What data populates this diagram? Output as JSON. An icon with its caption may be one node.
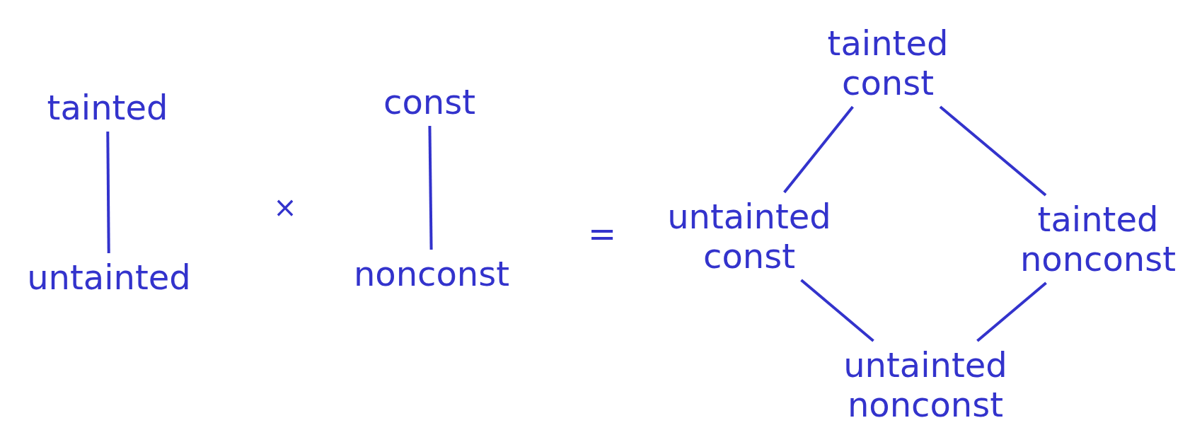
{
  "diagram": {
    "nodes": [
      {
        "text": [
          "tainted"
        ]
      },
      {
        "text": [
          "untainted"
        ]
      },
      {
        "text": [
          "const"
        ]
      },
      {
        "text": [
          "nonconst"
        ]
      },
      {
        "text": [
          "tainted const"
        ]
      },
      {
        "text": [
          "untainted const"
        ]
      },
      {
        "text": [
          "tainted nonconst"
        ]
      },
      {
        "text": [
          "untainted nonconst"
        ]
      }
    ],
    "edges": [
      {
        "from": 0,
        "to": 1,
        "arrow": "none"
      },
      {
        "from": 2,
        "to": 3,
        "arrow": "none"
      },
      {
        "from": 4,
        "to": 5,
        "arrow": "none"
      },
      {
        "from": 4,
        "to": 6,
        "arrow": "none"
      },
      {
        "from": 5,
        "to": 7,
        "arrow": "none"
      },
      {
        "from": 6,
        "to": 7,
        "arrow": "none"
      }
    ],
    "labels": [
      "×",
      "="
    ]
  }
}
